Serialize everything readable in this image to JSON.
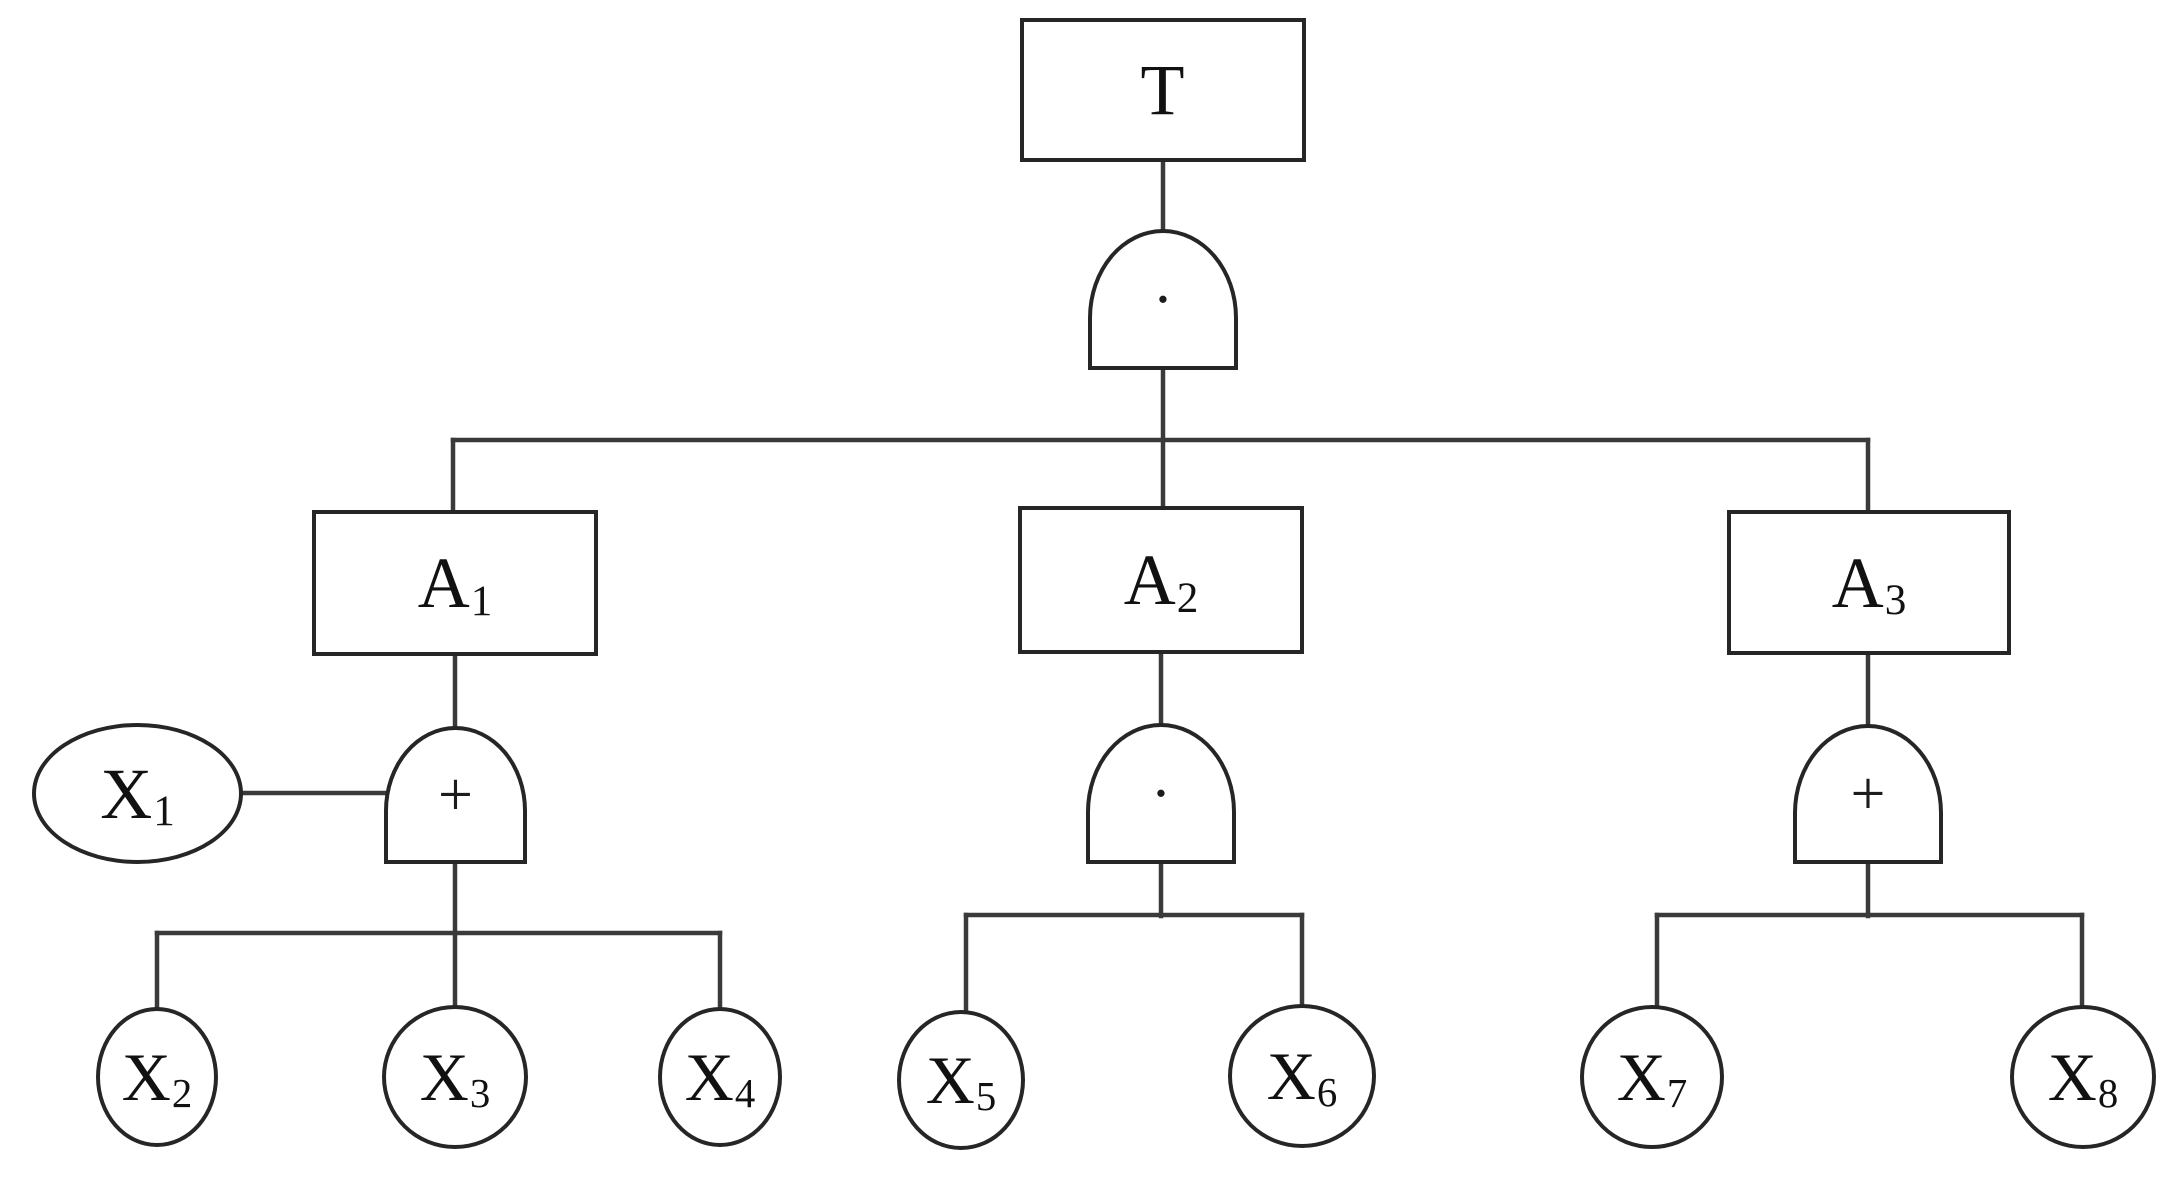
{
  "page": {
    "background_color": "#ffffff",
    "line_color": "#3a3a3a",
    "shape_border_color": "#262626",
    "text_color": "#111111"
  },
  "fault_tree": {
    "diagram_type": "fault tree",
    "top_event": {
      "base": "T",
      "sub": ""
    },
    "top_gate": {
      "type": "AND",
      "symbol": "·"
    },
    "intermediate_events": [
      {
        "base": "A",
        "sub": "1",
        "gate": {
          "type": "OR",
          "symbol": "+"
        }
      },
      {
        "base": "A",
        "sub": "2",
        "gate": {
          "type": "AND",
          "symbol": "·"
        }
      },
      {
        "base": "A",
        "sub": "3",
        "gate": {
          "type": "OR",
          "symbol": "+"
        }
      }
    ],
    "condition_event": {
      "base": "X",
      "sub": "1",
      "attached_to": "A1 gate side input"
    },
    "basic_events": [
      {
        "base": "X",
        "sub": "2",
        "under": "A1"
      },
      {
        "base": "X",
        "sub": "3",
        "under": "A1"
      },
      {
        "base": "X",
        "sub": "4",
        "under": "A1"
      },
      {
        "base": "X",
        "sub": "5",
        "under": "A2"
      },
      {
        "base": "X",
        "sub": "6",
        "under": "A2"
      },
      {
        "base": "X",
        "sub": "7",
        "under": "A3"
      },
      {
        "base": "X",
        "sub": "8",
        "under": "A3"
      }
    ]
  }
}
